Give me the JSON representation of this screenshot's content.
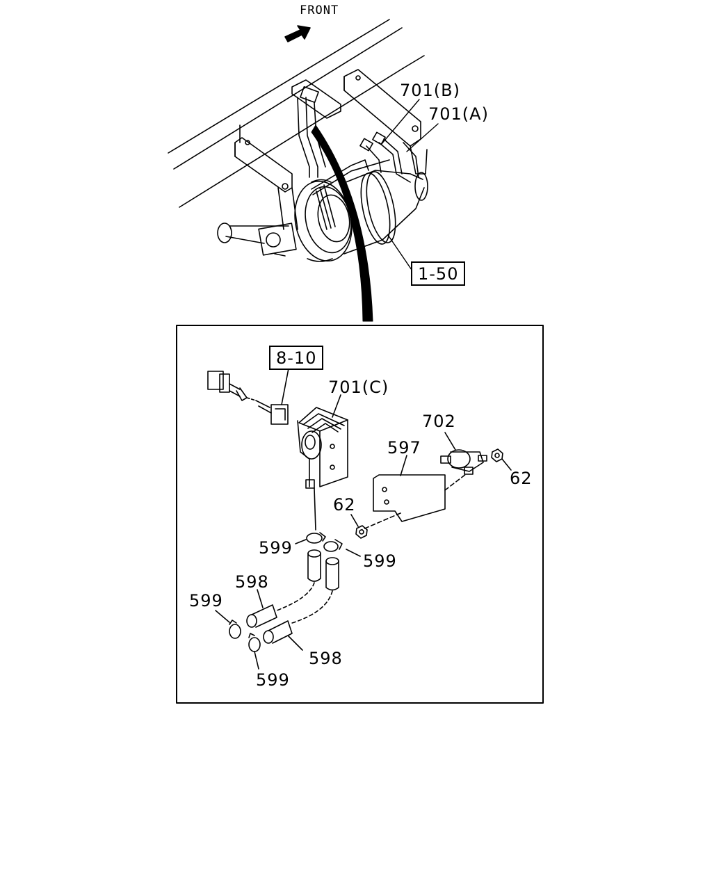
{
  "labels": {
    "front": "FRONT",
    "p701b": "701(B)",
    "p701a": "701(A)",
    "p150": "1-50",
    "p810": "8-10",
    "p701c": "701(C)",
    "p702": "702",
    "p597": "597",
    "p62_right": "62",
    "p62_left": "62",
    "p599_a": "599",
    "p599_b": "599",
    "p598_a": "598",
    "p599_c": "599",
    "p598_b": "598",
    "p599_d": "599"
  }
}
